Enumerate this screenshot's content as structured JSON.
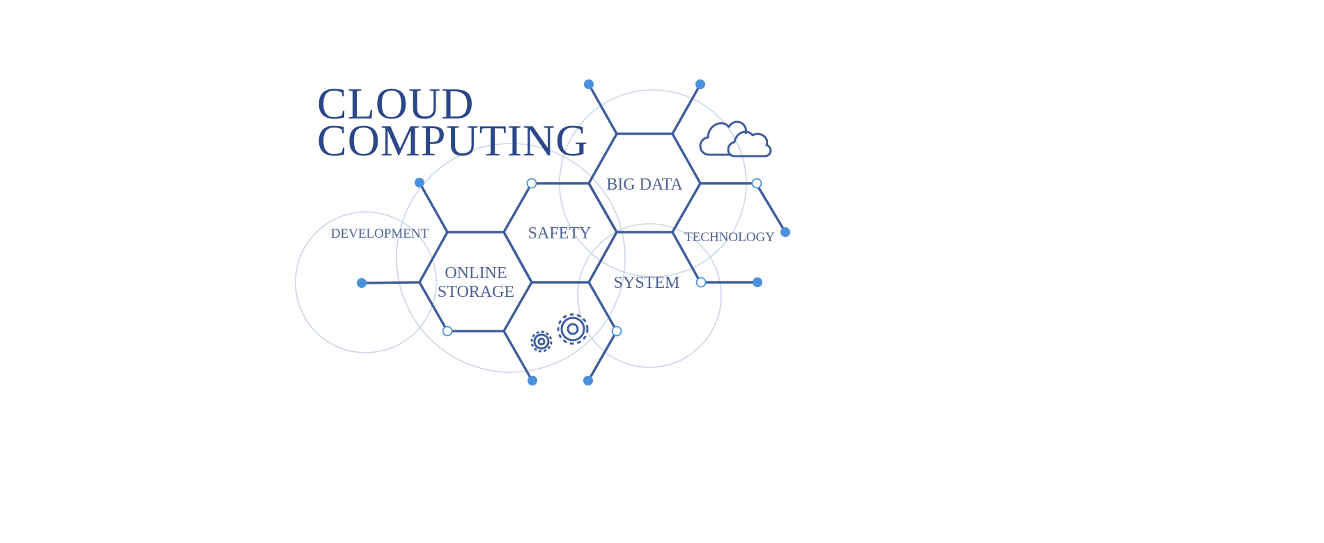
{
  "title": {
    "line1": "CLOUD",
    "line2": "COMPUTING"
  },
  "labels": {
    "big_data": "BIG DATA",
    "safety": "SAFETY",
    "online": "ONLINE",
    "storage": "STORAGE",
    "system": "SYSTEM",
    "development": "DEVELOPMENT",
    "technology": "TECHNOLOGY"
  },
  "icons": [
    "cloud-icon",
    "gears-icon"
  ],
  "colors": {
    "line": "#3f5c9c",
    "text": "#4d6192",
    "dot": "#4a90dc",
    "ring": "#c9d5e8"
  }
}
